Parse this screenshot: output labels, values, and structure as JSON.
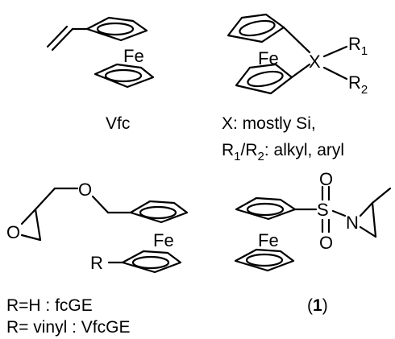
{
  "atoms": {
    "fe": "Fe",
    "x": "X",
    "r": "R",
    "o": "O",
    "s": "S",
    "n": "N",
    "r1_base": "R",
    "r1_sub": "1",
    "r2_base": "R",
    "r2_sub": "2"
  },
  "captions": {
    "vfc": "Vfc",
    "x_line": "X: mostly Si,",
    "r_line_a": "R",
    "r_line_sub1": "1",
    "r_line_slash": "/R",
    "r_line_sub2": "2",
    "r_line_rest": ": alkyl, aryl",
    "fc_ge": "R=H : fcGE",
    "vfc_ge": "R= vinyl : VfcGE",
    "cpd_open": "(",
    "cpd_num": "1",
    "cpd_close": ")"
  }
}
